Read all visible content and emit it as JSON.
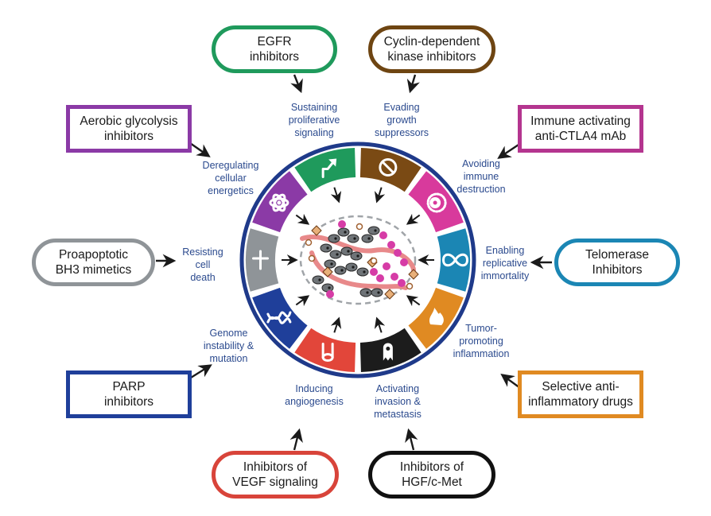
{
  "title": "Hallmarks of cancer and therapeutic targeting",
  "colors": {
    "ring_border": "#1f3a8a",
    "label_text": "#2b4a8e",
    "arrow": "#1a1a1a"
  },
  "hallmarks": [
    {
      "id": "proliferative",
      "label": "Sustaining\nproliferative\nsignaling",
      "color": "#1f9a5c",
      "icon": "branch-arrow-icon"
    },
    {
      "id": "growth",
      "label": "Evading\ngrowth\nsuppressors",
      "color": "#7a4a14",
      "icon": "prohibited-icon"
    },
    {
      "id": "immune",
      "label": "Avoiding\nimmune\ndestruction",
      "color": "#d83a9c",
      "icon": "immune-cell-icon"
    },
    {
      "id": "immortality",
      "label": "Enabling\nreplicative\nimmortality",
      "color": "#1b86b4",
      "icon": "infinity-icon"
    },
    {
      "id": "inflammation",
      "label": "Tumor-\npromoting\ninflammation",
      "color": "#e08a22",
      "icon": "flame-icon"
    },
    {
      "id": "invasion",
      "label": "Activating\ninvasion &\nmetastasis",
      "color": "#1c1c1c",
      "icon": "migrating-cell-icon"
    },
    {
      "id": "angiogenesis",
      "label": "Inducing\nangiogenesis",
      "color": "#e2463a",
      "icon": "vessel-icon"
    },
    {
      "id": "genome",
      "label": "Genome\ninstability &\nmutation",
      "color": "#1f3f9a",
      "icon": "dna-icon"
    },
    {
      "id": "death",
      "label": "Resisting\ncell\ndeath",
      "color": "#8f9498",
      "icon": "cross-icon"
    },
    {
      "id": "energetics",
      "label": "Deregulating\ncellular\nenergetics",
      "color": "#8b3aa6",
      "icon": "atom-icon"
    }
  ],
  "therapies": [
    {
      "id": "egfr",
      "label": "EGFR\ninhibitors",
      "shape": "pill",
      "color": "#1f9a5c",
      "target": "proliferative"
    },
    {
      "id": "cdk",
      "label": "Cyclin-dependent\nkinase inhibitors",
      "shape": "pill",
      "color": "#6e4512",
      "target": "growth"
    },
    {
      "id": "ctla4",
      "label": "Immune activating\nanti-CTLA4 mAb",
      "shape": "rect",
      "color": "#b4358f",
      "target": "immune"
    },
    {
      "id": "telomerase",
      "label": "Telomerase\nInhibitors",
      "shape": "pill",
      "color": "#1b86b4",
      "target": "immortality"
    },
    {
      "id": "antiinflam",
      "label": "Selective anti-\ninflammatory drugs",
      "shape": "rect",
      "color": "#e08a22",
      "target": "inflammation"
    },
    {
      "id": "hgf",
      "label": "Inhibitors of\nHGF/c-Met",
      "shape": "pill",
      "color": "#111111",
      "target": "invasion"
    },
    {
      "id": "vegf",
      "label": "Inhibitors of\nVEGF signaling",
      "shape": "pill",
      "color": "#d8443a",
      "target": "angiogenesis"
    },
    {
      "id": "parp",
      "label": "PARP\ninhibitors",
      "shape": "rect",
      "color": "#1f3f9a",
      "target": "genome"
    },
    {
      "id": "bh3",
      "label": "Proapoptotic\nBH3 mimetics",
      "shape": "pill",
      "color": "#8f9498",
      "target": "death"
    },
    {
      "id": "glycolysis",
      "label": "Aerobic glycolysis\ninhibitors",
      "shape": "rect",
      "color": "#8b3aa6",
      "target": "energetics"
    }
  ]
}
